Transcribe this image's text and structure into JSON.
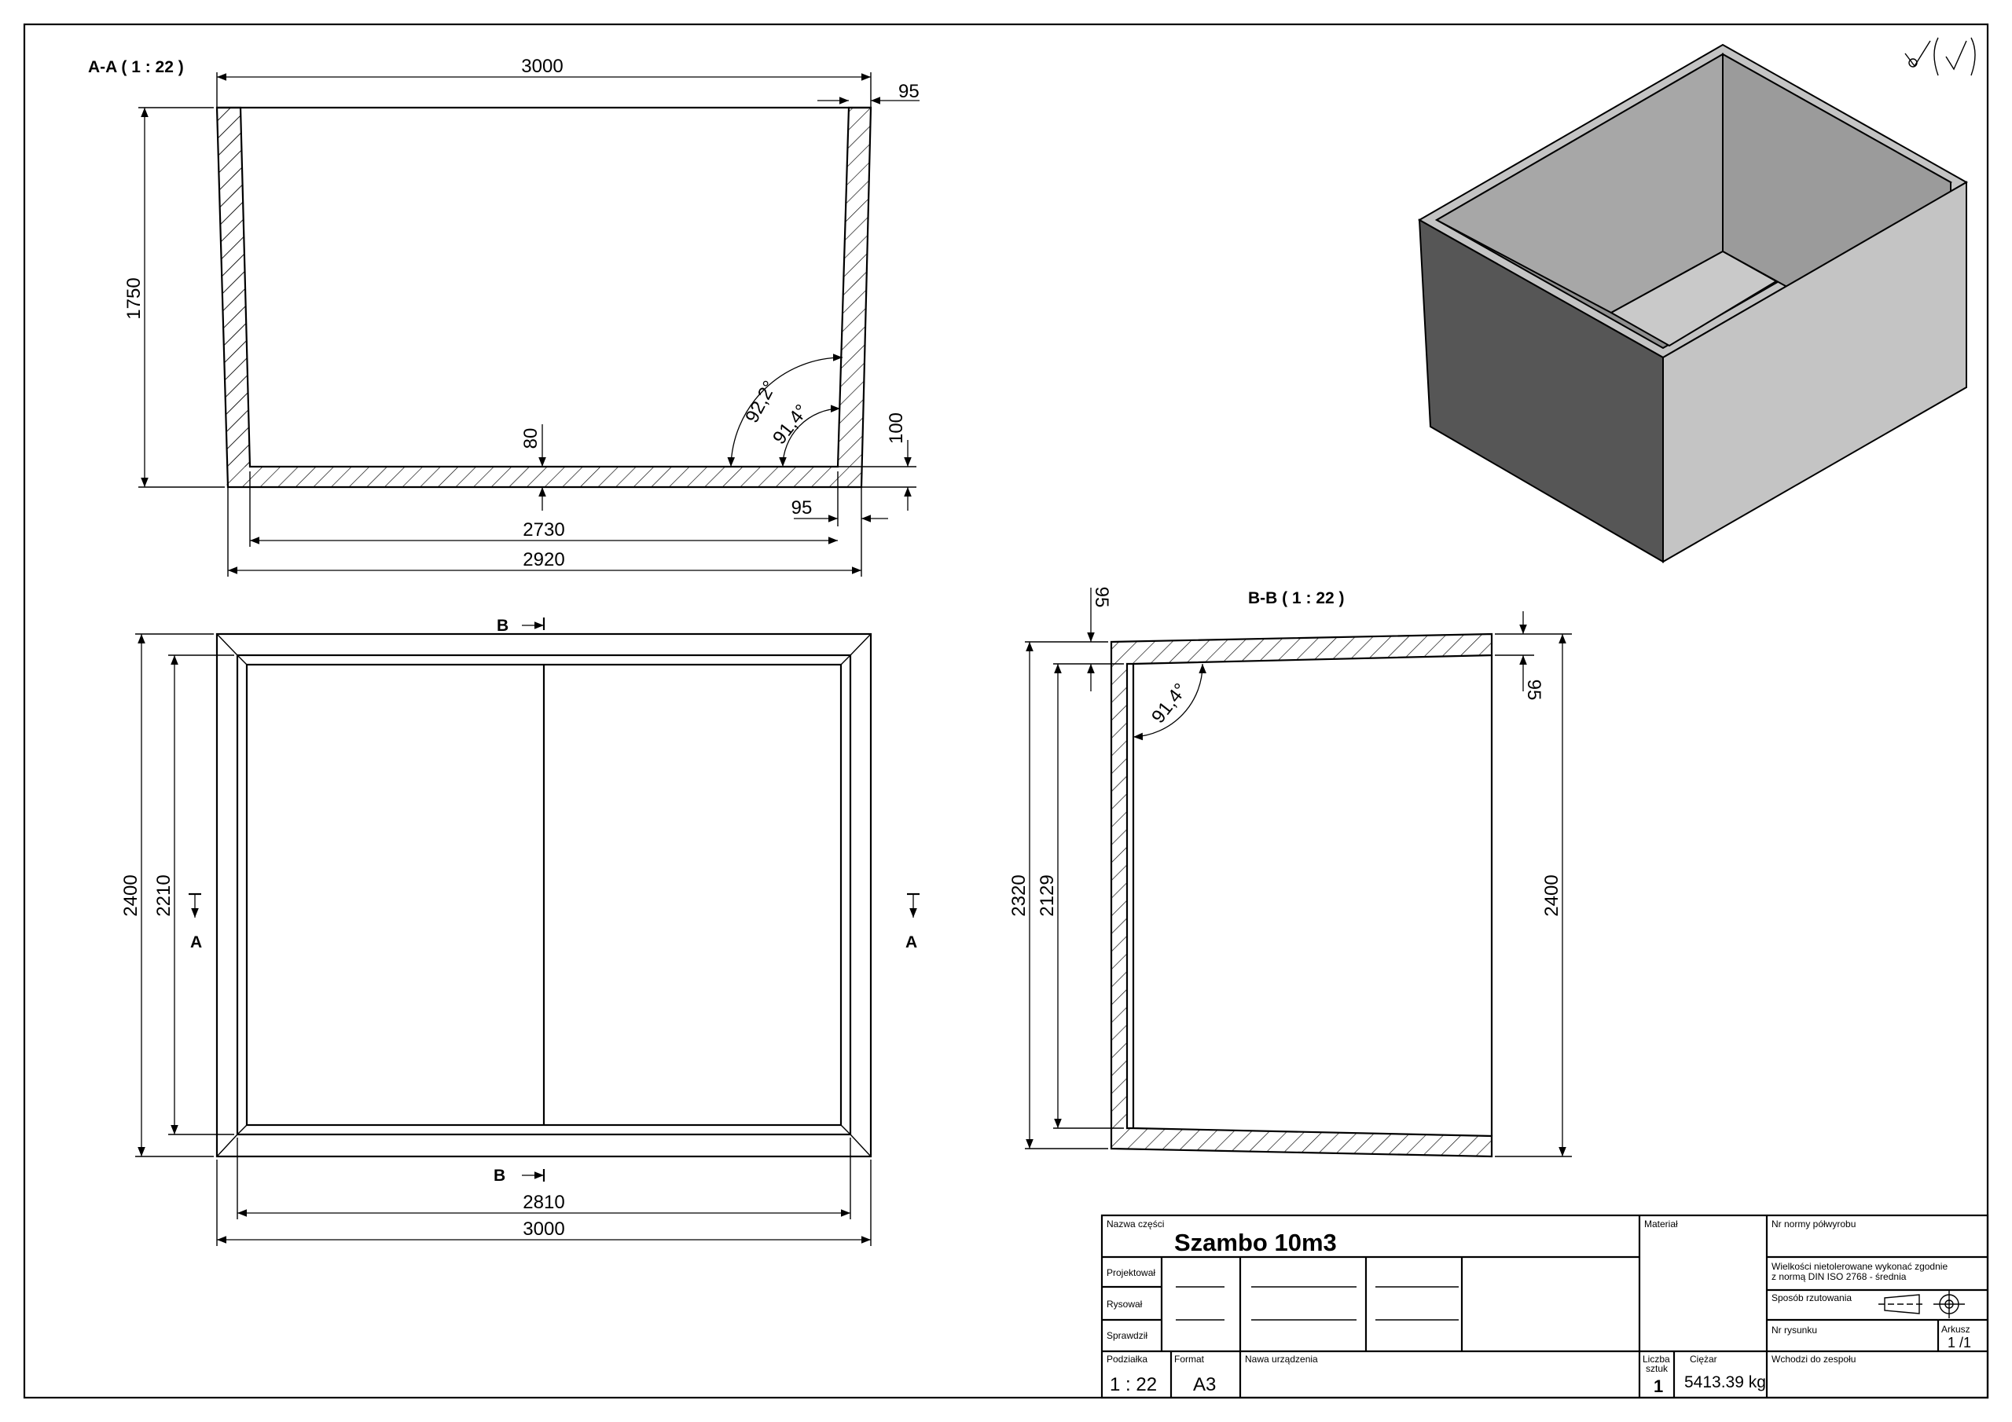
{
  "views": {
    "section_aa": {
      "label": "A-A ( 1 : 22 )",
      "dims": {
        "top_width": "3000",
        "wall_top": "95",
        "height": "1750",
        "angle_outer": "92,2°",
        "angle_inner": "91,4°",
        "bottom_offset": "80",
        "bottom_thick": "100",
        "wall_bottom": "95",
        "inner_bottom": "2730",
        "outer_bottom": "2920"
      }
    },
    "top_view": {
      "section_b_label": "B",
      "section_a_label": "A",
      "dims": {
        "outer_height": "2400",
        "inner_height": "2210",
        "inner_width": "2810",
        "outer_width": "3000"
      }
    },
    "section_bb": {
      "label": "B-B ( 1 : 22 )",
      "dims": {
        "wall_top_left": "95",
        "wall_top_right": "95",
        "angle": "91,4°",
        "outer_height": "2320",
        "inner_height": "2129",
        "right_height": "2400"
      }
    }
  },
  "title_block": {
    "part_name_label": "Nazwa części",
    "part_name": "Szambo 10m3",
    "material_label": "Materiał",
    "standard_label": "Nr normy półwyrobu",
    "designed_label": "Projektował",
    "drawn_label": "Rysował",
    "checked_label": "Sprawdził",
    "tolerance_line1": "Wielkości nietolerowane wykonać zgodnie",
    "tolerance_line2": "z normą DIN ISO 2768 - średnia",
    "projection_label": "Sposób rzutowania",
    "drawing_no_label": "Nr rysunku",
    "sheet_label": "Arkusz",
    "sheet_value": "1 /1",
    "scale_label": "Podziałka",
    "scale_value": "1 : 22",
    "format_label": "Format",
    "format_value": "A3",
    "device_label": "Nawa urządzenia",
    "qty_label_1": "Liczba",
    "qty_label_2": "sztuk",
    "qty_value": "1",
    "weight_label": "Ciężar",
    "weight_value": "5413.39 kg",
    "assembly_label": "Wchodzi do zespołu"
  }
}
